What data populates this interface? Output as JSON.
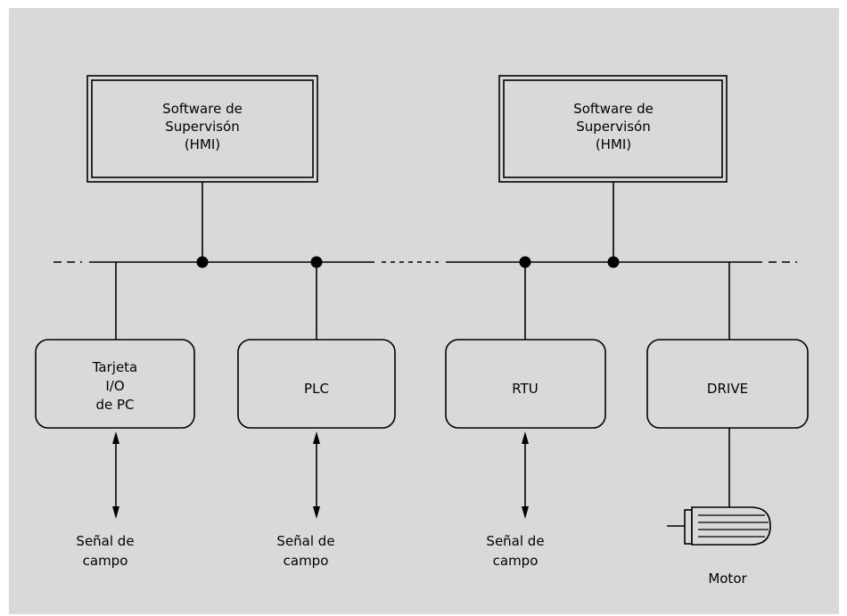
{
  "colors": {
    "page": "#ffffff",
    "panel": "#d9d9d9",
    "ink": "#000000"
  },
  "hmi_left": {
    "lines": [
      "Software de",
      "Supervisón",
      "(HMI)"
    ]
  },
  "hmi_right": {
    "lines": [
      "Software de",
      "Supervisón",
      "(HMI)"
    ]
  },
  "devices": {
    "tarjeta": {
      "lines": [
        "Tarjeta",
        "I/O",
        "de PC"
      ]
    },
    "plc": {
      "label": "PLC"
    },
    "rtu": {
      "label": "RTU"
    },
    "drive": {
      "label": "DRIVE"
    }
  },
  "field_signals": {
    "tarjeta": [
      "Señal de",
      "campo"
    ],
    "plc": [
      "Señal de",
      "campo"
    ],
    "rtu": [
      "Señal de",
      "campo"
    ]
  },
  "motor": {
    "label": "Motor",
    "icon": "motor-icon"
  }
}
